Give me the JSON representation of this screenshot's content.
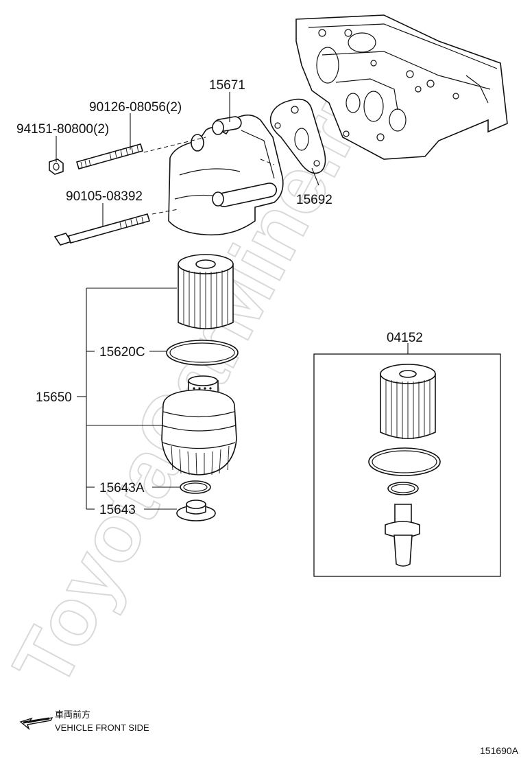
{
  "watermark": "ToyotaCarMine.ru",
  "callouts": {
    "oil_filter_bracket": "15671",
    "stud_bolt": "90126-08056(2)",
    "nut": "94151-80800(2)",
    "bolt": "90105-08392",
    "bracket_gasket": "15692",
    "filter_assembly": "15650",
    "o_ring": "15620C",
    "drain_o_ring": "15643A",
    "drain_plug": "15643",
    "element_kit": "04152"
  },
  "orientation": {
    "japanese_label": "車両前方",
    "english_label": "VEHICLE FRONT SIDE"
  },
  "figure_number": "151690A"
}
